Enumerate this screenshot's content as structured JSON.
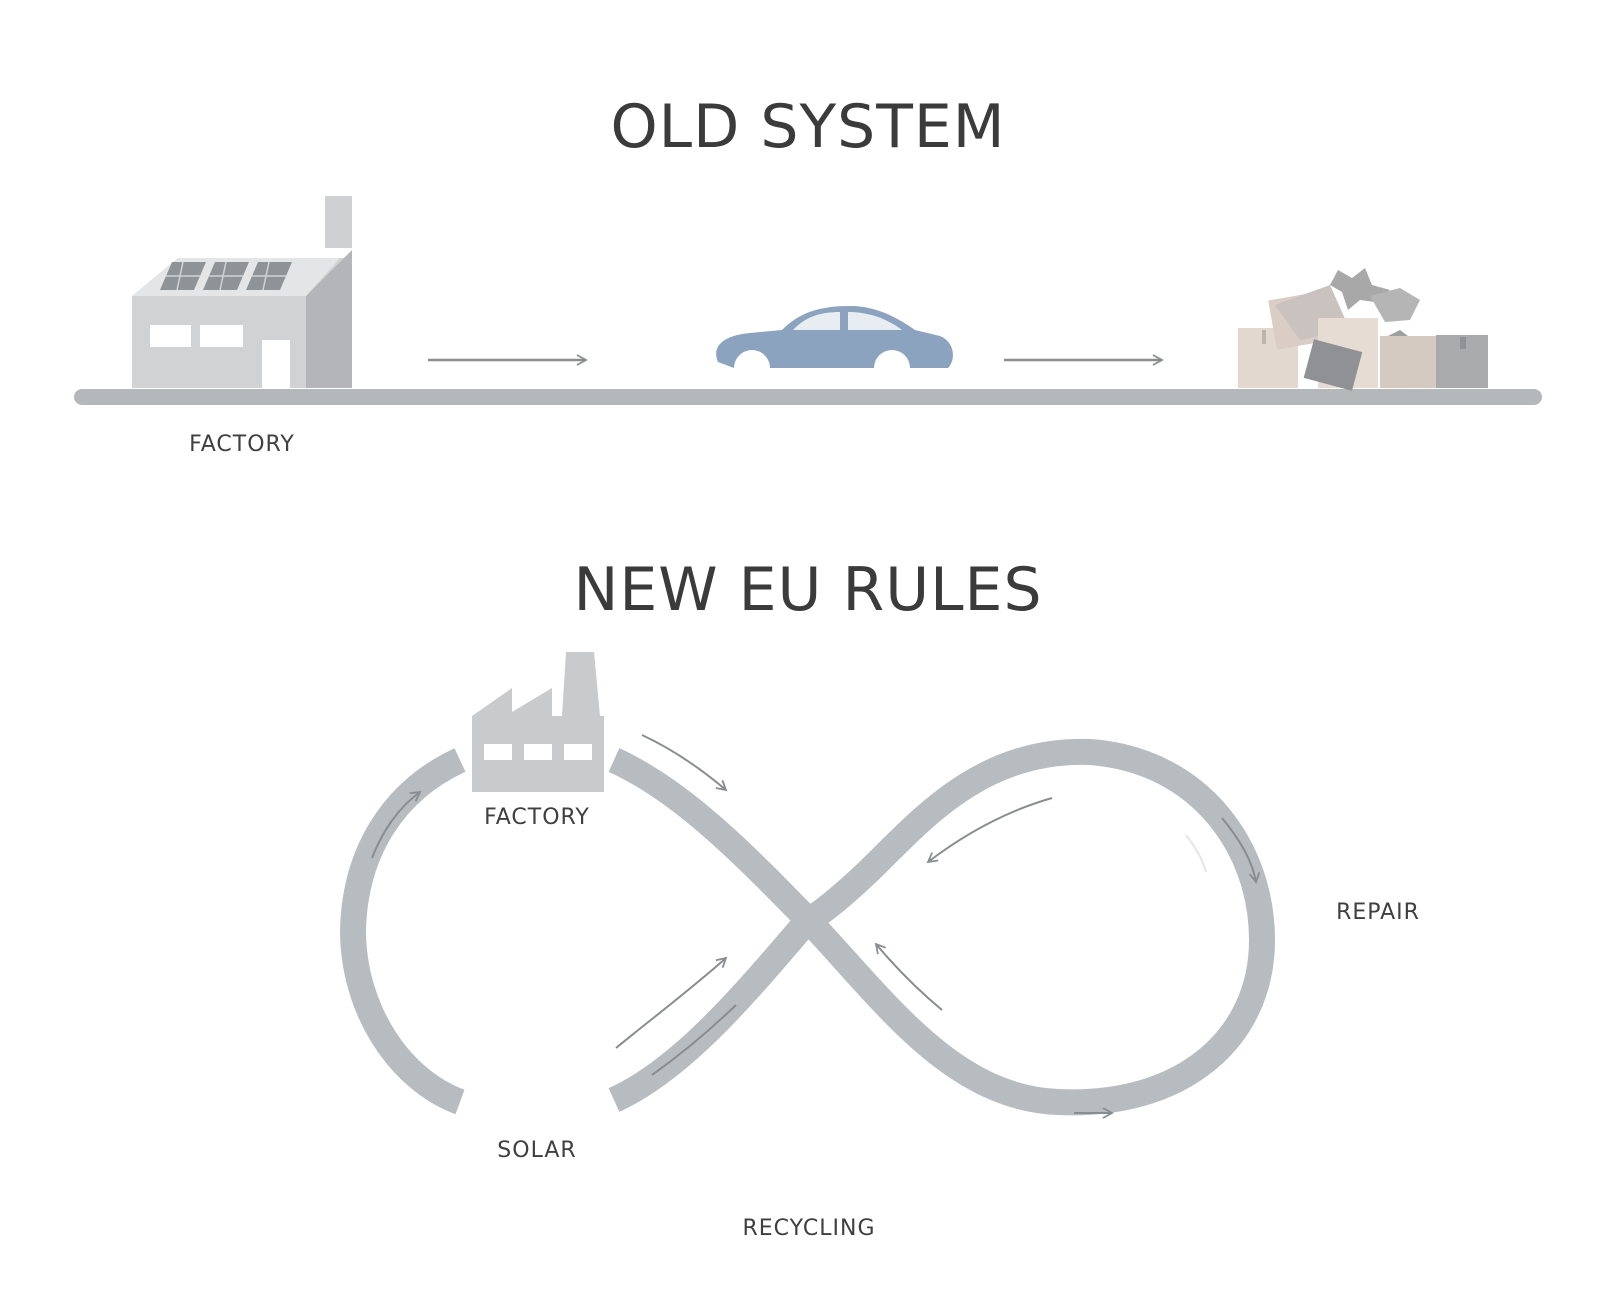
{
  "old_system": {
    "title": "OLD SYSTEM",
    "factory_label": "FACTORY"
  },
  "new_eu_rules": {
    "title": "NEW EU RULES",
    "factory_label": "FACTORY",
    "solar_label": "SOLAR",
    "recycling_label": "RECYCLING",
    "repair_label": "REPAIR"
  },
  "colors": {
    "text": "#3b3b3b",
    "track": "#b7bcc0",
    "factory_gray": "#c9cacc",
    "blue_car": "#8ca3bf",
    "yellow_car": "#f4d98e",
    "pink_car": "#e8b5b5",
    "recycle_green": "#6aa84f",
    "leaf_green": "#8fbf80"
  },
  "icons": [
    "factory-icon",
    "car-icon",
    "waste-pile-icon",
    "arrow-icon",
    "solar-panel-icon",
    "recycle-icon",
    "repair-garage-icon",
    "wrench-icon",
    "leaf-icon"
  ]
}
